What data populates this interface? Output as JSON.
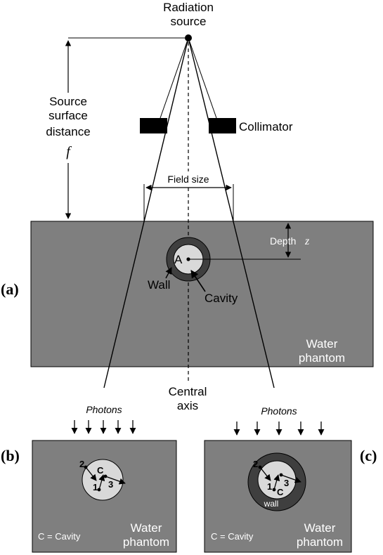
{
  "main": {
    "source_label_line1": "Radiation",
    "source_label_line2": "source",
    "ssd_line1": "Source",
    "ssd_line2": "surface",
    "ssd_line3": "distance",
    "ssd_symbol": "f",
    "collimator_label": "Collimator",
    "field_size_label": "Field size",
    "depth_label": "Depth",
    "depth_symbol": "z",
    "point_label": "A",
    "wall_label": "Wall",
    "cavity_label": "Cavity",
    "phantom_line1": "Water",
    "phantom_line2": "phantom",
    "axis_line1": "Central",
    "axis_line2": "axis",
    "panel_label": "(a)"
  },
  "panel_b": {
    "panel_label": "(b)",
    "photons_label": "Photons",
    "cavity_marker": "C",
    "track_1": "1",
    "track_2": "2",
    "track_3": "3",
    "legend": "C = Cavity",
    "phantom_line1": "Water",
    "phantom_line2": "phantom"
  },
  "panel_c": {
    "panel_label": "(c)",
    "photons_label": "Photons",
    "cavity_marker": "C",
    "track_1": "1",
    "track_2": "2",
    "track_3": "3",
    "wall_label": "wall",
    "legend": "C = Cavity",
    "phantom_line1": "Water",
    "phantom_line2": "phantom"
  },
  "colors": {
    "phantom": "#7f7f7f",
    "cavity": "#d9d9d9",
    "wall": "#3f3f3f",
    "collimator": "#000000"
  }
}
